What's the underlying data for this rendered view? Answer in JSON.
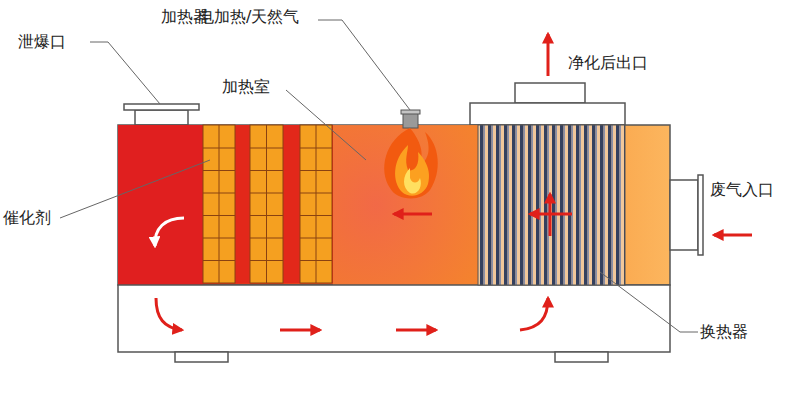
{
  "diagram": {
    "labels": [
      "加热器",
      "电加热/天然气",
      "泄爆口",
      "加热室",
      "净化后出口",
      "催化剂",
      "废气入口",
      "换热器"
    ]
  }
}
